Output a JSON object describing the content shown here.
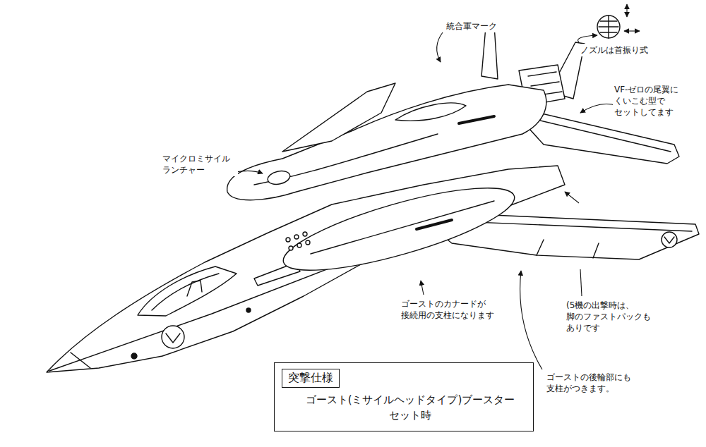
{
  "diagram": {
    "nodes": [
      {
        "text": [
          "突撃仕様",
          "ゴースト(ミサイルヘッドタイプ)ブースター セット時"
        ]
      }
    ],
    "labels": [
      "統合軍マーク",
      "ノズルは首振り式",
      "VF-ゼロの尾翼に くいこむ型で セットしてます",
      "マイクロミサイル ランチャー",
      "ゴーストのカナードが 接続用の支柱になります",
      "(5機の出撃時は、 脚のファストパックも ありです",
      "ゴーストの後輪部にも 支柱がつきます。"
    ]
  }
}
